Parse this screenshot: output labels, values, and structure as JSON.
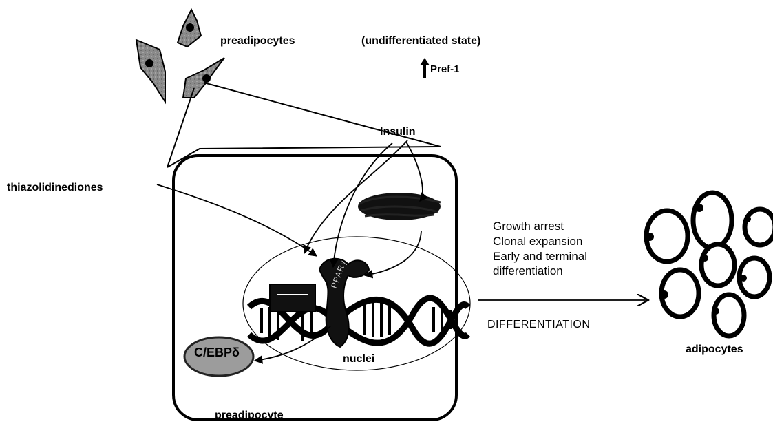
{
  "labels": {
    "preadipocytes": "preadipocytes",
    "undifferentiated_state": "(undifferentiated state)",
    "pref1": "Pref-1",
    "insulin": "Insulin",
    "thiazolidinediones": "thiazolidinediones",
    "growth_arrest": "Growth arrest",
    "clonal_expansion": "Clonal expansion",
    "early_terminal_1": "Early and terminal",
    "early_terminal_2": "differentiation",
    "differentiation": "DIFFERENTIATION",
    "adipocytes": "adipocytes",
    "nuclei": "nuclei",
    "preadipocyte": "preadipocyte",
    "cebp": "C/EBPδ",
    "ppar": "PPARγ"
  },
  "icons": [
    "spindle-cell-icon",
    "up-arrow-icon",
    "dna-helix-icon",
    "fat-cell-icon"
  ]
}
